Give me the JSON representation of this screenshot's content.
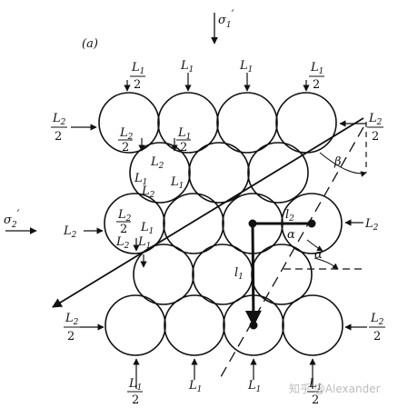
{
  "panel_label": "(a)",
  "watermark": "知乎 @Alexander",
  "stress": {
    "sigma1": {
      "symbol": "σ",
      "sub": "1",
      "prime": "′"
    },
    "sigma2": {
      "symbol": "σ",
      "sub": "2",
      "prime": "′"
    }
  },
  "force": {
    "L1": {
      "letter": "L",
      "sub": "1"
    },
    "L2": {
      "letter": "L",
      "sub": "2"
    },
    "L1_half": {
      "letter": "L",
      "sub": "1",
      "den": "2"
    },
    "L2_half": {
      "letter": "L",
      "sub": "2",
      "den": "2"
    }
  },
  "geometry_labels": {
    "l1": {
      "letter": "l",
      "sub": "1"
    },
    "l2": {
      "letter": "l",
      "sub": "2"
    },
    "alpha": "α",
    "beta": "β"
  },
  "colors": {
    "ink": "#111111",
    "background": "#ffffff",
    "watermark": "#bdbdbd"
  }
}
